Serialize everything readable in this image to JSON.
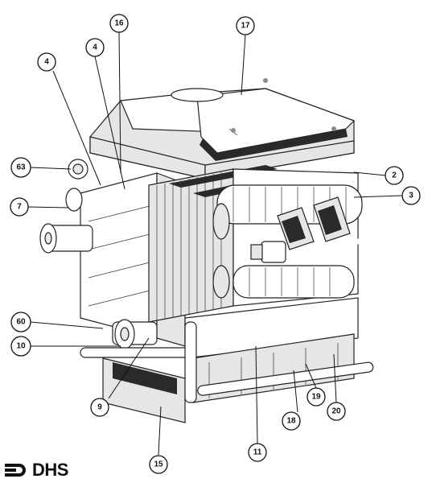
{
  "diagram": {
    "callouts": [
      {
        "id": "c17",
        "label": "17"
      },
      {
        "id": "c16",
        "label": "16"
      },
      {
        "id": "c4a",
        "label": "4"
      },
      {
        "id": "c4b",
        "label": "4"
      },
      {
        "id": "c63",
        "label": "63"
      },
      {
        "id": "c7",
        "label": "7"
      },
      {
        "id": "c2",
        "label": "2"
      },
      {
        "id": "c3",
        "label": "3"
      },
      {
        "id": "c60",
        "label": "60"
      },
      {
        "id": "c10",
        "label": "10"
      },
      {
        "id": "c9",
        "label": "9"
      },
      {
        "id": "c15",
        "label": "15"
      },
      {
        "id": "c11",
        "label": "11"
      },
      {
        "id": "c18",
        "label": "18"
      },
      {
        "id": "c19",
        "label": "19"
      },
      {
        "id": "c20",
        "label": "20"
      }
    ]
  },
  "logo": {
    "text": "DHS"
  }
}
